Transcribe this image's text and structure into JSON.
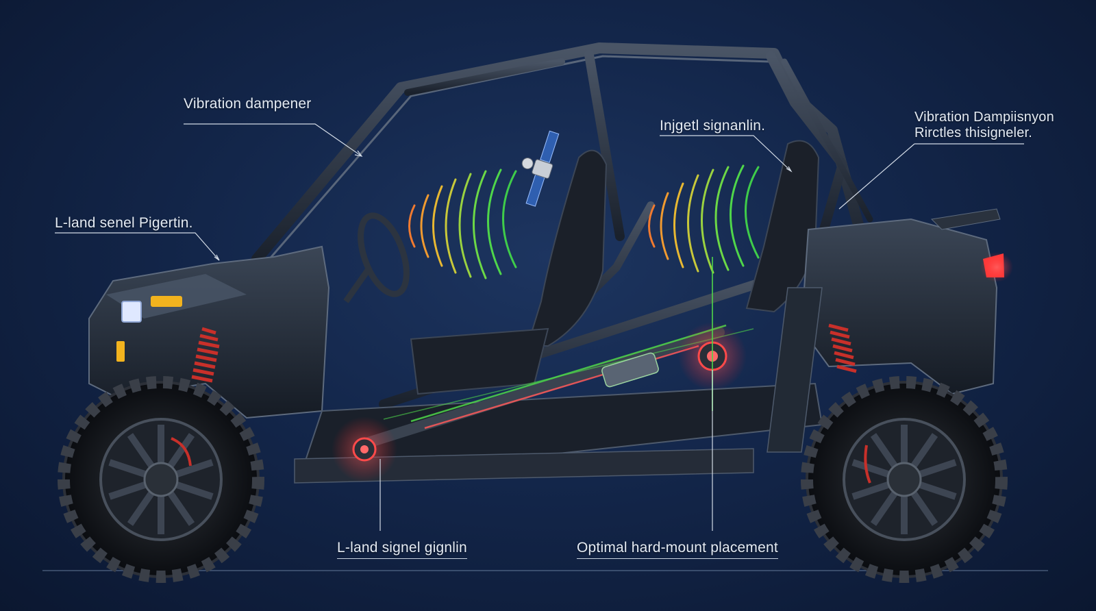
{
  "callouts": {
    "top_left": "Vibration dampener",
    "left": "L-land senel Pigertin.",
    "center_top": "Injgetl signanlin.",
    "top_right_line1": "Vibration Dampiisnyon",
    "top_right_line2": "Rirctles thisigneler.",
    "bottom_left": "L-land signel gignlin",
    "bottom_center": "Optimal hard-mount placement"
  },
  "colors": {
    "background": "#13264a",
    "signal_green": "#4fd64a",
    "signal_orange": "#f0a030",
    "highlight_red": "#ff4a4a",
    "shock_red": "#c8302a",
    "frame": "#1c2430",
    "label_text": "#e4ebf4"
  }
}
